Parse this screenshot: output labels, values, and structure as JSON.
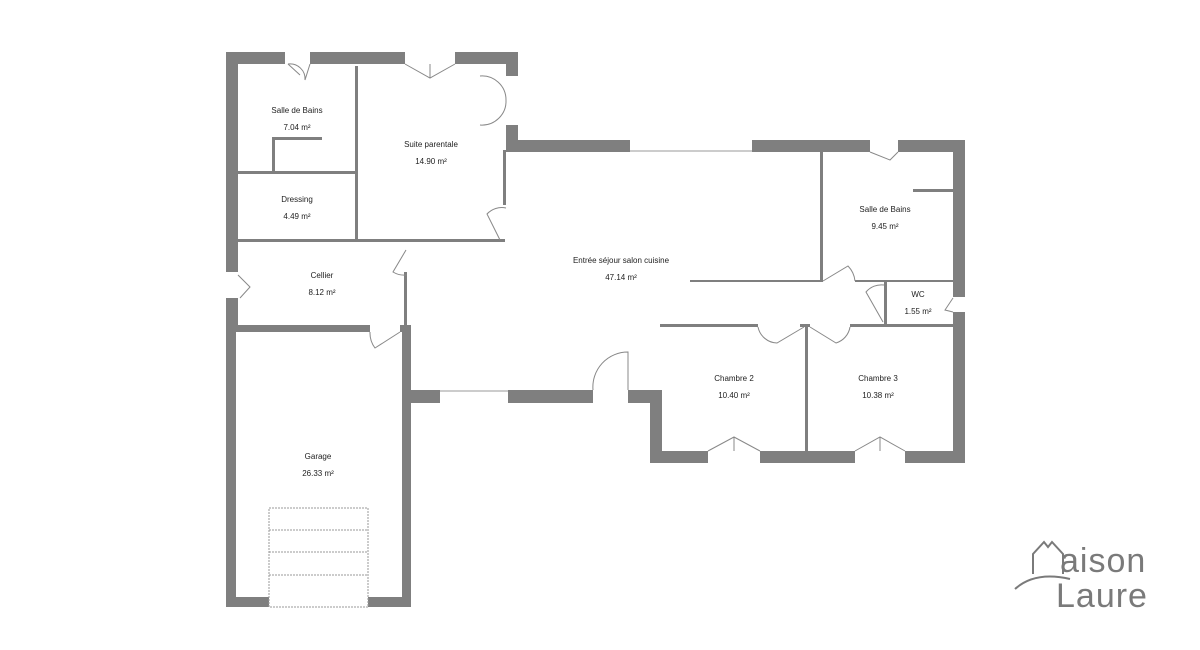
{
  "plan": {
    "rooms": [
      {
        "name": "Salle de Bains",
        "area": "7.04 m²"
      },
      {
        "name": "Suite parentale",
        "area": "14.90 m²"
      },
      {
        "name": "Dressing",
        "area": "4.49 m²"
      },
      {
        "name": "Cellier",
        "area": "8.12 m²"
      },
      {
        "name": "Garage",
        "area": "26.33 m²"
      },
      {
        "name": "Entrée séjour salon cuisine",
        "area": "47.14 m²"
      },
      {
        "name": "Salle de Bains",
        "area": "9.45 m²"
      },
      {
        "name": "WC",
        "area": "1.55 m²"
      },
      {
        "name": "Chambre 2",
        "area": "10.40 m²"
      },
      {
        "name": "Chambre 3",
        "area": "10.38 m²"
      }
    ],
    "wall_color": "#7f7f7f"
  },
  "logo": {
    "line1": "aison",
    "line2": "Laure",
    "text": "Maison Laure"
  }
}
